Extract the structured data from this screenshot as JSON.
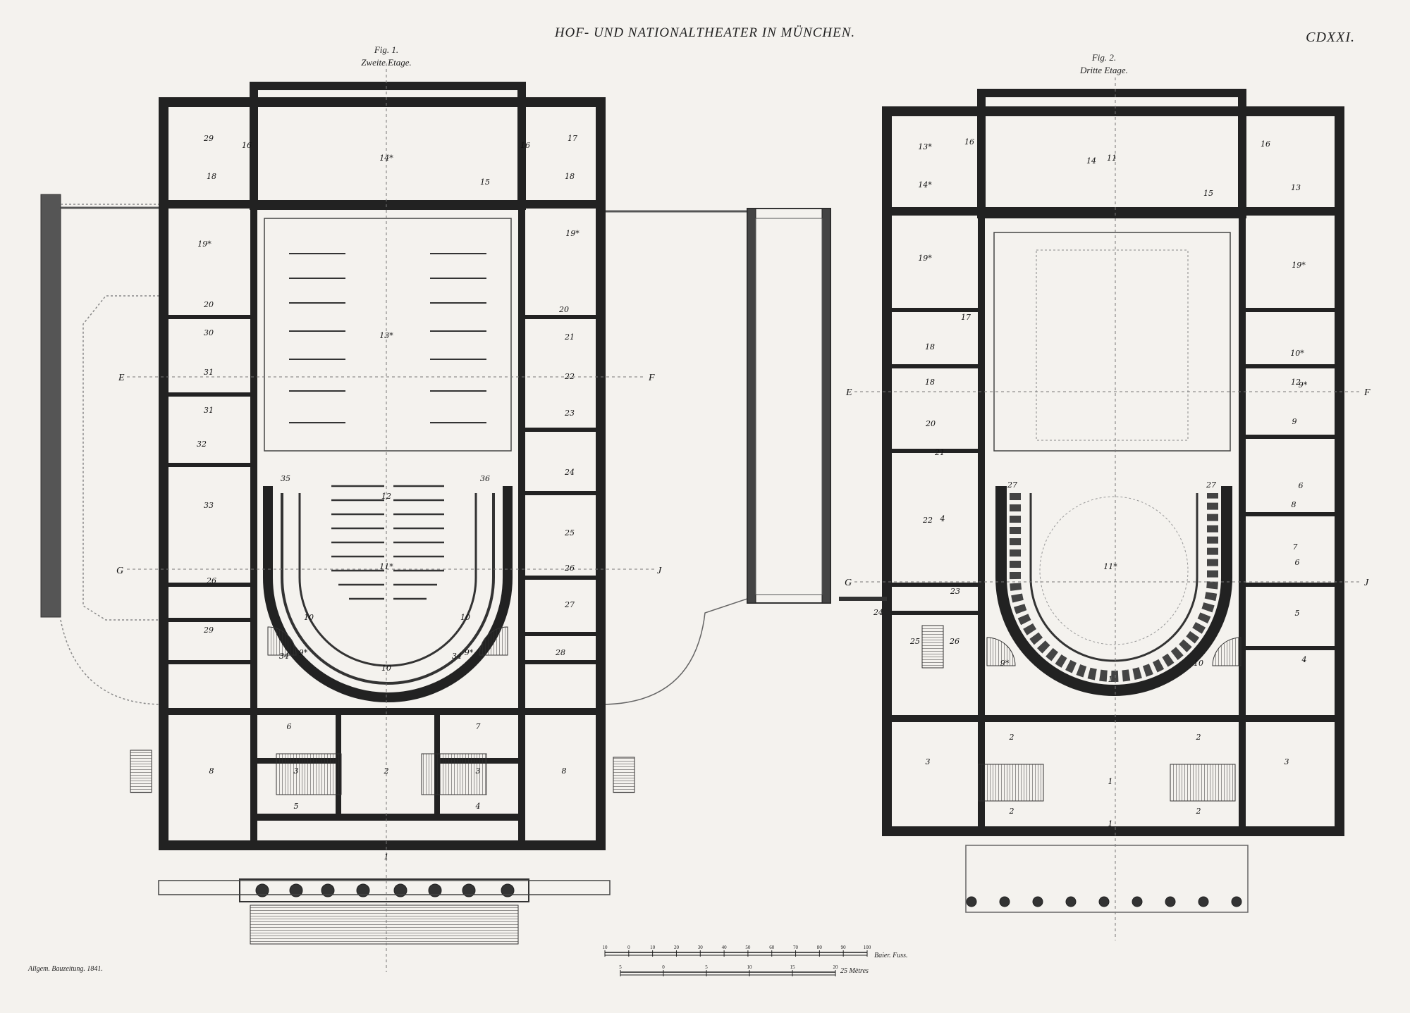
{
  "sheet": {
    "title": "HOF- UND NATIONALTHEATER IN MÜNCHEN.",
    "plate_number": "CDXXI.",
    "credit": "Allgem. Bauzeitung. 1841.",
    "fig1": {
      "label": "Fig. 1.",
      "subtitle": "Zweite Etage."
    },
    "fig2": {
      "label": "Fig. 2.",
      "subtitle": "Dritte Etage."
    },
    "section_marks": {
      "e": "E",
      "f": "F",
      "g": "G",
      "j": "J"
    },
    "scale_feet": {
      "unit": "Baier. Fuss.",
      "ticks": [
        "10",
        "0",
        "10",
        "20",
        "30",
        "40",
        "50",
        "60",
        "70",
        "80",
        "90",
        "100"
      ]
    },
    "scale_metres": {
      "unit": "25 Mètres",
      "ticks": [
        "5",
        "0",
        "5",
        "10",
        "15",
        "20"
      ]
    }
  },
  "fig1_rooms": [
    "1",
    "2",
    "3",
    "3",
    "4",
    "5",
    "6",
    "7",
    "8",
    "8",
    "9*",
    "9*",
    "10",
    "10",
    "10",
    "11*",
    "12",
    "13*",
    "14*",
    "15",
    "16",
    "16",
    "17",
    "18",
    "18",
    "19*",
    "19*",
    "20",
    "20",
    "21",
    "22",
    "23",
    "24",
    "25",
    "26",
    "26",
    "27",
    "28",
    "29",
    "29",
    "30",
    "31",
    "31",
    "32",
    "33",
    "34",
    "34",
    "35",
    "36"
  ],
  "fig2_rooms": [
    "1",
    "1",
    "1",
    "11*",
    "2",
    "2",
    "2",
    "2",
    "3",
    "3",
    "4",
    "4",
    "5",
    "6",
    "6",
    "7",
    "8",
    "9",
    "9*",
    "9*",
    "10",
    "10*",
    "11",
    "12",
    "13",
    "13*",
    "14",
    "14*",
    "15",
    "16",
    "16",
    "17",
    "18",
    "18",
    "19*",
    "19*",
    "20",
    "21",
    "22",
    "23",
    "24",
    "25",
    "26",
    "27",
    "27"
  ]
}
